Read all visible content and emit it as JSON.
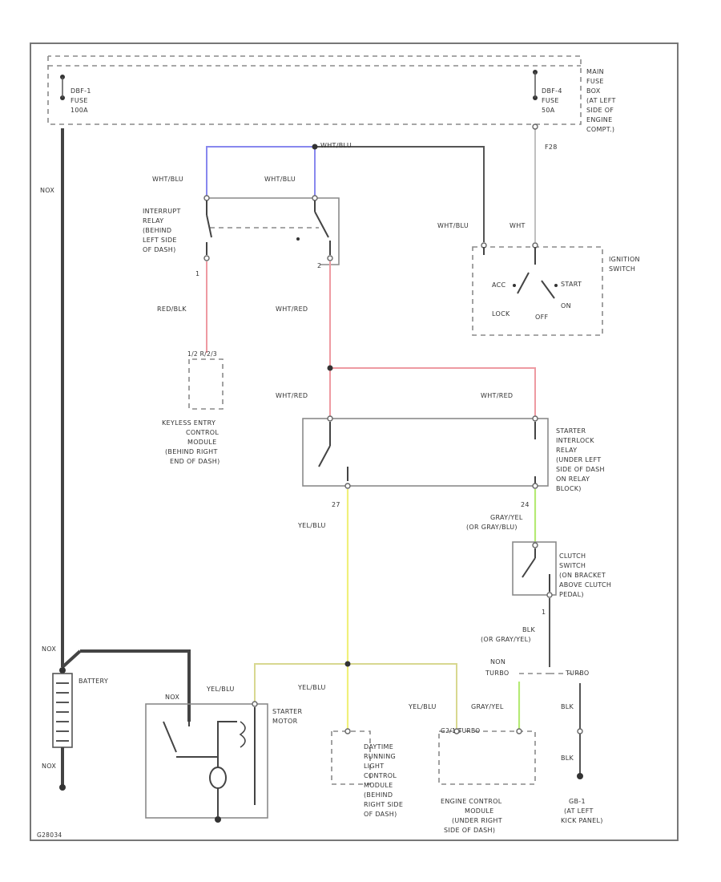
{
  "colors": {
    "blue": "#8888ee",
    "red": "#ee9aa2",
    "yellow": "#f0f07a",
    "green": "#b5ea75",
    "gray": "#a0a0a0",
    "black": "#444444"
  },
  "fuse_box": {
    "left_fuse": [
      "DBF-1",
      "FUSE",
      "100A"
    ],
    "right_fuse": [
      "DBF-4",
      "FUSE",
      "50A"
    ],
    "title": [
      "MAIN",
      "FUSE",
      "BOX",
      "(AT LEFT",
      "SIDE OF",
      "ENGINE",
      "COMPT.)"
    ],
    "left_wire": "NOX",
    "connector_f": "F28"
  },
  "interrupt_relay": {
    "wire_top_left": "WHT/BLU",
    "wire_top_right": "WHT/BLU",
    "wire_top_junction": "WHT/BLU",
    "pin_1": "1",
    "pin_2": "2",
    "label": [
      "INTERRUPT",
      "RELAY",
      "(BEHIND",
      "LEFT SIDE",
      "OF DASH)"
    ],
    "wire_left": "RED/BLK",
    "wire_right": "WHT/RED"
  },
  "keyless_module": {
    "pins": "1/2  R/2/3",
    "label": [
      "KEYLESS ENTRY",
      "CONTROL",
      "MODULE",
      "(BEHIND RIGHT",
      "END OF DASH)"
    ]
  },
  "ignition_switch": {
    "wire_left": "WHT/BLU",
    "wire_right": "WHT",
    "label": [
      "IGNITION",
      "SWITCH"
    ],
    "positions": [
      "ACC",
      "START",
      "ON",
      "LOCK",
      "OFF"
    ]
  },
  "starter_interlock": {
    "wire_left": "WHT/RED",
    "wire_right": "WHT/RED",
    "pin_left": "27",
    "pin_right": "24",
    "label": [
      "STARTER",
      "INTERLOCK",
      "RELAY",
      "(UNDER LEFT",
      "SIDE OF DASH",
      "ON RELAY",
      "BLOCK)"
    ],
    "wire_out_left": "YEL/BLU",
    "wire_out_right": [
      "GRAY/YEL",
      "(OR GRAY/BLU)"
    ]
  },
  "clutch_switch": {
    "label": [
      "CLUTCH",
      "SWITCH",
      "(ON BRACKET",
      "ABOVE CLUTCH",
      "PEDAL)"
    ],
    "pin": "1",
    "wire": [
      "BLK",
      "(OR GRAY/YEL)"
    ],
    "non_turbo": [
      "NON",
      "TURBO"
    ],
    "turbo": "TURBO",
    "wire_blk_1": "BLK",
    "wire_blk_2": "BLK"
  },
  "ground": {
    "label": [
      "GB-1",
      "(AT LEFT",
      "KICK PANEL)"
    ]
  },
  "battery": {
    "label": "BATTERY",
    "wire_top": "NOX",
    "wire_bottom": "NOX"
  },
  "starter_motor": {
    "wire_left": "NOX",
    "wire_yel": "YEL/BLU",
    "label": [
      "STARTER",
      "MOTOR"
    ]
  },
  "daytime_module": {
    "wire": "YEL/BLU",
    "label": [
      "DAYTIME",
      "RUNNING",
      "LIGHT",
      "CONTROL",
      "MODULE",
      "(BEHIND",
      "RIGHT SIDE",
      "OF DASH)"
    ]
  },
  "engine_module": {
    "wire_left": "YEL/BLU",
    "wire_right": "GRAY/YEL",
    "pins": "G2/1  TURBO",
    "label": [
      "ENGINE CONTROL",
      "MODULE",
      "(UNDER RIGHT",
      "SIDE OF DASH)"
    ]
  },
  "footer": {
    "code": "G28034"
  }
}
